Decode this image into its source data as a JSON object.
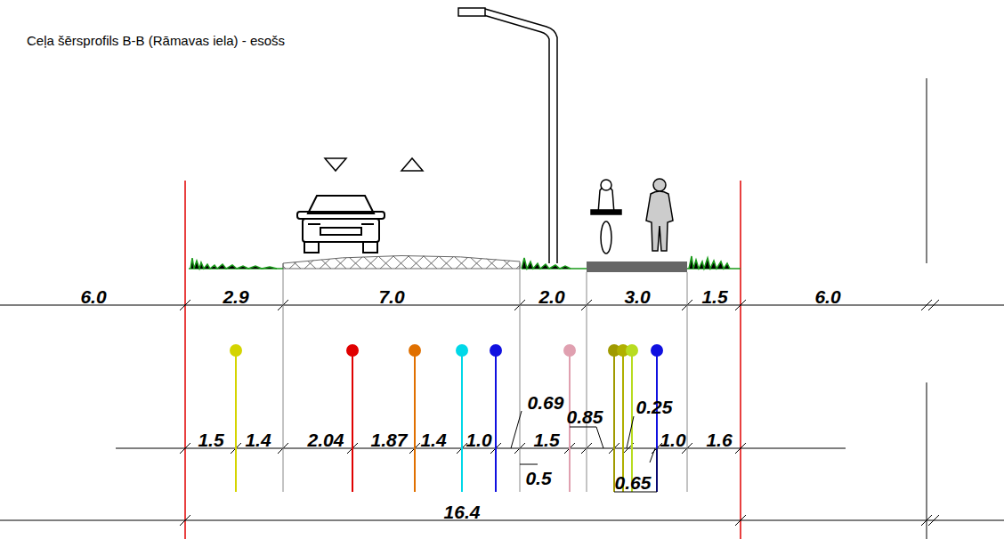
{
  "diagram": {
    "title": "Ceļa šērsprofils B-B (Rāmavas iela) - esošs",
    "labels": [
      "6.0",
      "2.9",
      "7.0",
      "2.0",
      "3.0",
      "1.5",
      "6.0",
      "1.5",
      "1.4",
      "2.04",
      "1.87",
      "1.4",
      "1.0",
      "0.69",
      "1.5",
      "0.85",
      "0.25",
      "1.0",
      "1.6",
      "0.5",
      "0.65",
      "16.4"
    ]
  }
}
